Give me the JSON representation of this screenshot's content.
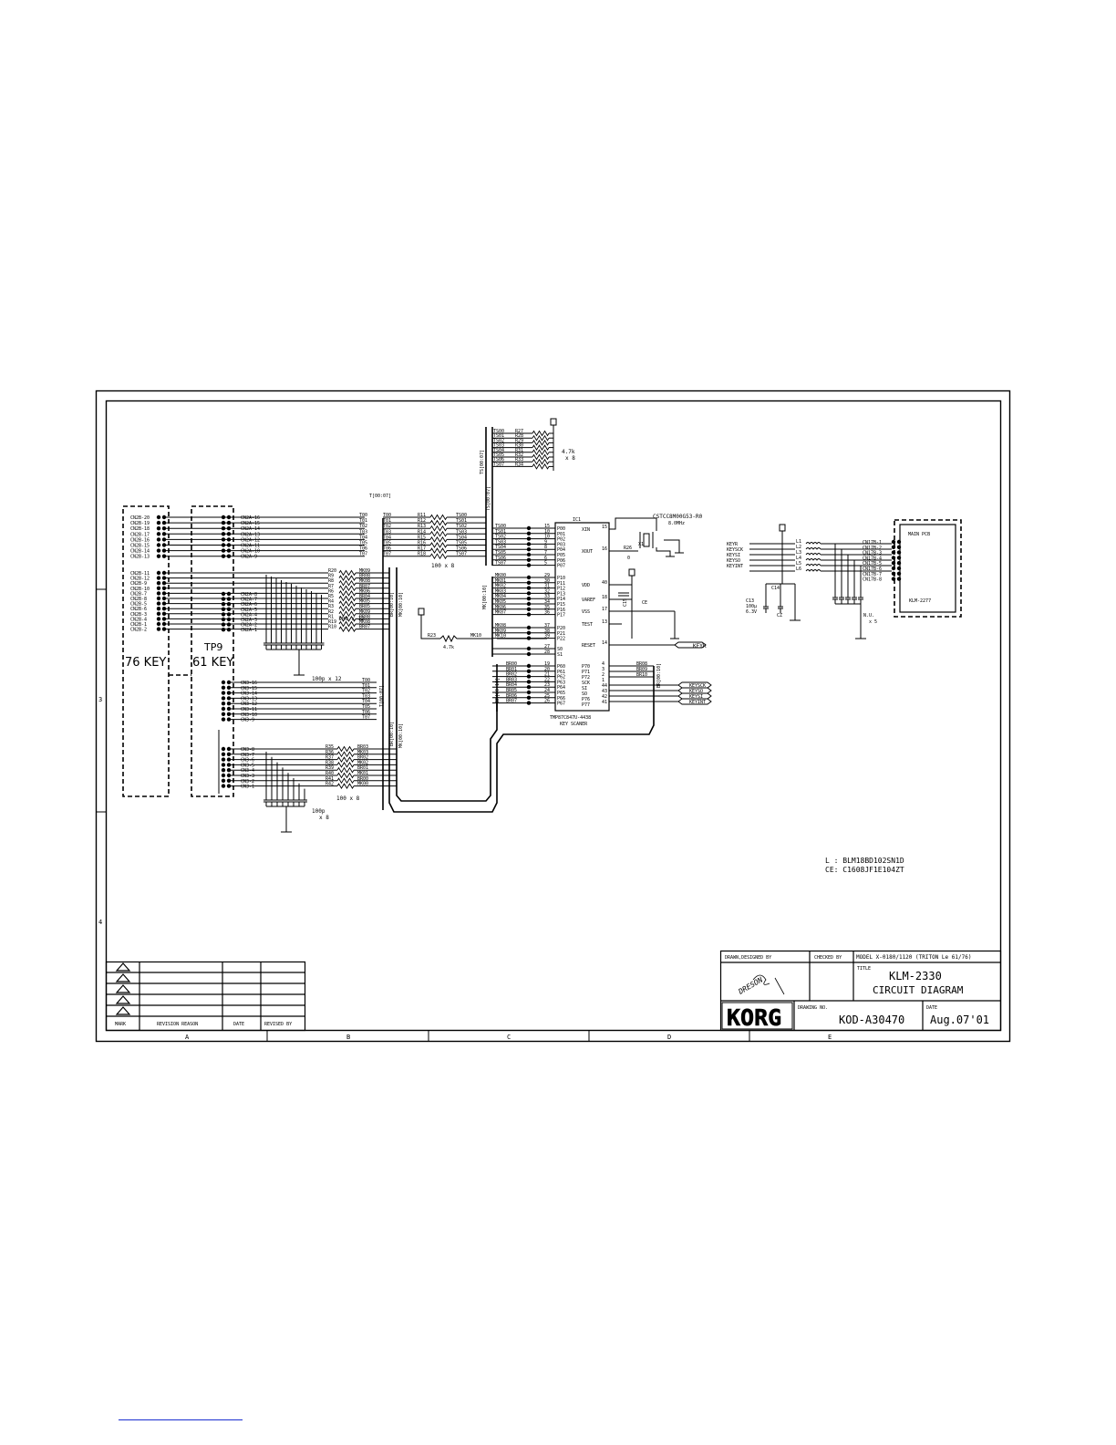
{
  "colors": {
    "ink": "#000000",
    "paper": "#ffffff",
    "link": "#1a2fd0"
  },
  "border": {
    "rows": [
      "3",
      "4"
    ],
    "cols": [
      "A",
      "B",
      "C",
      "D",
      "E"
    ]
  },
  "connectors": {
    "cn2b_top": [
      "CN2B-20",
      "CN2B-19",
      "CN2B-18",
      "CN2B-17",
      "CN2B-16",
      "CN2B-15",
      "CN2B-14",
      "CN2B-13"
    ],
    "cn2b_bottom": [
      "CN2B-11",
      "CN2B-12",
      "CN2B-9",
      "CN2B-10",
      "CN2B-7",
      "CN2B-8",
      "CN2B-5",
      "CN2B-6",
      "CN2B-3",
      "CN2B-4",
      "CN2B-1",
      "CN2B-2"
    ],
    "cn2a_top": [
      "CN2A-16",
      "CN2A-15",
      "CN2A-14",
      "CN2A-13",
      "CN2A-12",
      "CN2A-11",
      "CN2A-10",
      "CN2A-9"
    ],
    "cn2a_bottom": [
      "CN2A-8",
      "CN2A-7",
      "CN2A-6",
      "CN2A-5",
      "CN2A-4",
      "CN2A-3",
      "CN2A-2",
      "CN2A-1"
    ],
    "cn3_a": [
      "CN3-16",
      "CN3-15",
      "CN3-14",
      "CN3-13",
      "CN3-12",
      "CN3-11",
      "CN3-10",
      "CN3-9"
    ],
    "cn3_b": [
      "CN3-8",
      "CN3-7",
      "CN3-6",
      "CN3-5",
      "CN3-4",
      "CN3-3",
      "CN3-2",
      "CN3-1"
    ],
    "cn17b": [
      "CN17B-1",
      "CN17B-2",
      "CN17B-3",
      "CN17B-4",
      "CN17B-5",
      "CN17B-6",
      "CN17B-7",
      "CN17B-8"
    ]
  },
  "keyboards": {
    "k76": "76 KEY",
    "k61": "61 KEY",
    "tp9": "TP9"
  },
  "nets": {
    "t_bus": "T[00:07]",
    "t": [
      "T00",
      "T01",
      "T02",
      "T03",
      "T04",
      "T05",
      "T06",
      "T07"
    ],
    "ts_bus": "TS[00:07]",
    "ts": [
      "TS00",
      "TS01",
      "TS02",
      "TS03",
      "TS04",
      "TS05",
      "TS06",
      "TS07"
    ],
    "mk_bus": "MK[00:10]",
    "mk_bus_b": "MK[00:10]",
    "br_bus": "BR[00:10]",
    "br_bus_b": "BR[00:10]",
    "mk_upper": [
      "MK09",
      "MK08",
      "MK08",
      "MK07",
      "MK06",
      "MK05",
      "MK05",
      "MK04"
    ],
    "br_upper": [
      "BR09",
      "BR08",
      "BR06",
      "BR07",
      "BR05",
      "BR04",
      "BR04",
      "BR05"
    ],
    "mk_lower": [
      "MK03",
      "MK02",
      "MK01",
      "MK00"
    ],
    "br_lower": [
      "BR03",
      "BR02",
      "BR01",
      "BR00"
    ],
    "mk_ic": [
      "MK00",
      "MK01",
      "MK02",
      "MK03",
      "MK04",
      "MK05",
      "MK06",
      "MK07",
      "MK08",
      "MK09",
      "MK10"
    ],
    "br_ic": [
      "BR00",
      "BR01",
      "BR02",
      "BR03",
      "BR04",
      "BR05",
      "BR06",
      "BR07"
    ],
    "br_right": [
      "BR08",
      "BR09",
      "BR10"
    ],
    "mk10": "MK10",
    "mk_bus_ic": "MK[00:10]",
    "br_bus_ic": "BR[00:10]",
    "br_bus_right": "BR[00:10]",
    "key_signals": [
      "KEYR",
      "KEYSCK",
      "KEYSI",
      "KEYSO",
      "KEYINT"
    ],
    "key_out": [
      "KEYSCK",
      "KEYSO",
      "KEYSI",
      "KEYINT"
    ],
    "keyr": "KEYR"
  },
  "resistors": {
    "r_t": [
      "R11",
      "R12",
      "R13",
      "R14",
      "R15",
      "R16",
      "R17",
      "R18"
    ],
    "r_ts": [
      "R27",
      "R28",
      "R29",
      "R30",
      "R31",
      "R32",
      "R33",
      "R34"
    ],
    "r_mk": [
      "R20",
      "R9",
      "R8",
      "R7",
      "R6",
      "R5",
      "R4",
      "R3",
      "R2",
      "R1",
      "R19",
      "R10"
    ],
    "r_low": [
      "R35",
      "R36",
      "R37",
      "R38",
      "R39",
      "R40",
      "R41",
      "R42"
    ],
    "r23": "R23",
    "r23_val": "4.7k",
    "r26": "R26",
    "r26_val": "0",
    "pull_val": "4.7k",
    "pull_mult": "x 8",
    "arr_t": "100 x 8",
    "arr_mk": "100 x 12",
    "arr_low": "100 x 8"
  },
  "capacitors": {
    "cap_mk": "100p x 12",
    "cap_low_val": "100p",
    "cap_low_mult": "x 8",
    "c13": "C13",
    "c13_val1": "100μ",
    "c13_val2": "6.3V",
    "c14": "C14",
    "c15": "C15",
    "ce": "CE",
    "cz": "CZ",
    "nu": "N.U.",
    "nu_mult": "x 5"
  },
  "ic": {
    "ref": "IC1",
    "part": "TMP87C847U-4438",
    "name": "KEY SCANER",
    "left_pins": [
      {
        "num": "15",
        "name": "P00"
      },
      {
        "num": "10",
        "name": "P01"
      },
      {
        "num": "10",
        "name": "P02"
      },
      {
        "num": "9",
        "name": "P03"
      },
      {
        "num": "8",
        "name": "P04"
      },
      {
        "num": "7",
        "name": "P05"
      },
      {
        "num": "6",
        "name": "P06"
      },
      {
        "num": "5",
        "name": "P07"
      },
      {
        "num": "29",
        "name": "P10"
      },
      {
        "num": "30",
        "name": "P11"
      },
      {
        "num": "31",
        "name": "P12"
      },
      {
        "num": "32",
        "name": "P13"
      },
      {
        "num": "33",
        "name": "P14"
      },
      {
        "num": "34",
        "name": "P15"
      },
      {
        "num": "35",
        "name": "P16"
      },
      {
        "num": "36",
        "name": "P17"
      },
      {
        "num": "37",
        "name": "P20"
      },
      {
        "num": "38",
        "name": "P21"
      },
      {
        "num": "39",
        "name": "P22"
      },
      {
        "num": "27",
        "name": "S0"
      },
      {
        "num": "28",
        "name": "S1"
      },
      {
        "num": "19",
        "name": "P60"
      },
      {
        "num": "20",
        "name": "P61"
      },
      {
        "num": "21",
        "name": "P62"
      },
      {
        "num": "22",
        "name": "P63"
      },
      {
        "num": "23",
        "name": "P64"
      },
      {
        "num": "24",
        "name": "P65"
      },
      {
        "num": "25",
        "name": "P66"
      },
      {
        "num": "26",
        "name": "P67"
      }
    ],
    "right_pins": [
      {
        "num": "15",
        "name": "XIN"
      },
      {
        "num": "16",
        "name": "XOUT"
      },
      {
        "num": "40",
        "name": "VDD"
      },
      {
        "num": "18",
        "name": "VAREF"
      },
      {
        "num": "17",
        "name": "VSS"
      },
      {
        "num": "13",
        "name": "TEST"
      },
      {
        "num": "14",
        "name": "RESET"
      },
      {
        "num": "4",
        "name": "P70"
      },
      {
        "num": "3",
        "name": "P71"
      },
      {
        "num": "2",
        "name": "P72"
      },
      {
        "num": "1",
        "name": "SCK"
      },
      {
        "num": "44",
        "name": "SI"
      },
      {
        "num": "43",
        "name": "SO"
      },
      {
        "num": "42",
        "name": "P76"
      },
      {
        "num": "41",
        "name": "P77"
      }
    ]
  },
  "resonator": {
    "part": "CSTCC8M00G53-R0",
    "freq": "8.0MHz",
    "ref": "X1"
  },
  "filters": {
    "refs": [
      "L1",
      "L2",
      "L3",
      "L4",
      "L5",
      "L6"
    ]
  },
  "main_pcb": {
    "title": "MAIN PCB",
    "board": "KLM-2277"
  },
  "notes": {
    "l": "L :  BLM18BD102SN1D",
    "ce": "CE:  C1608JF1E104ZT"
  },
  "revision_block": {
    "headers": [
      "MARK",
      "REVISION REASON",
      "DATE",
      "REVISED BY"
    ]
  },
  "title_block": {
    "drawn_label": "DRAWN,DESIGNED BY",
    "checked_label": "CHECKED BY",
    "model": "MODEL  X-0180/1120   (TRITON Le 61/76)",
    "title_label": "TITLE",
    "title_line1": "KLM-2330",
    "title_line2": "CIRCUIT  DIAGRAM",
    "drawing_label": "DRAWING NO.",
    "drawing_no": "KOD-A30470",
    "date_label": "DATE",
    "date": "Aug.07'01",
    "logo": "KORG",
    "signature": "DRESON"
  }
}
